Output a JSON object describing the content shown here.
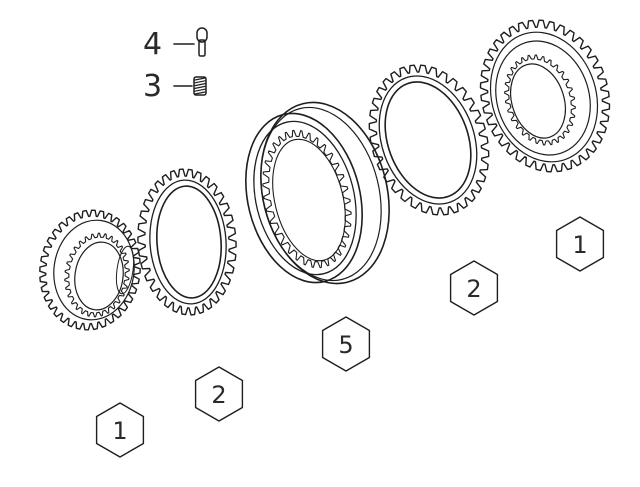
{
  "legend": [
    {
      "number": "4",
      "part_icon": "pin-icon"
    },
    {
      "number": "3",
      "part_icon": "spring-icon"
    }
  ],
  "callouts": [
    {
      "label": "1",
      "part": "clutch-gear-left"
    },
    {
      "label": "2",
      "part": "synchro-ring-left"
    },
    {
      "label": "5",
      "part": "sliding-sleeve"
    },
    {
      "label": "2",
      "part": "synchro-ring-right"
    },
    {
      "label": "1",
      "part": "clutch-gear-right"
    }
  ],
  "colors": {
    "line": "#1e1e1e",
    "text": "#2a2a2a",
    "background": "#ffffff"
  }
}
